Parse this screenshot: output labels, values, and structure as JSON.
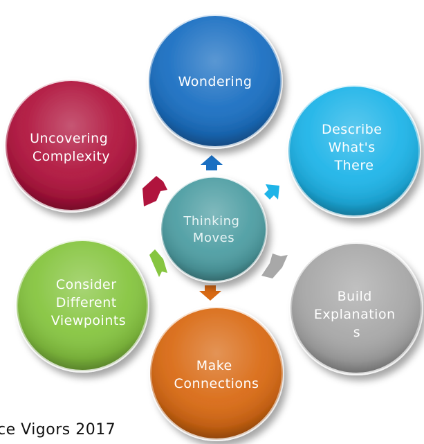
{
  "center": {
    "lines": [
      "Thinking",
      "Moves"
    ]
  },
  "nodes": [
    {
      "id": "wondering",
      "lines": [
        "Wondering"
      ]
    },
    {
      "id": "describe",
      "lines": [
        "Describe",
        "What's",
        "There"
      ]
    },
    {
      "id": "build",
      "lines": [
        "Build",
        "Explanation",
        "s"
      ]
    },
    {
      "id": "connections",
      "lines": [
        "Make",
        "Connections"
      ]
    },
    {
      "id": "viewpoints",
      "lines": [
        "Consider",
        "Different",
        "Viewpoints"
      ]
    },
    {
      "id": "complexity",
      "lines": [
        "Uncovering",
        "Complexity"
      ]
    }
  ],
  "credit": "ce Vigors 2017",
  "colors": {
    "center": "#4e9ea3",
    "wondering": "#1a6fc2",
    "describe": "#1eb4e8",
    "build": "#a8a8a8",
    "connections": "#d96a14",
    "viewpoints": "#86c540",
    "complexity": "#b0143d"
  }
}
